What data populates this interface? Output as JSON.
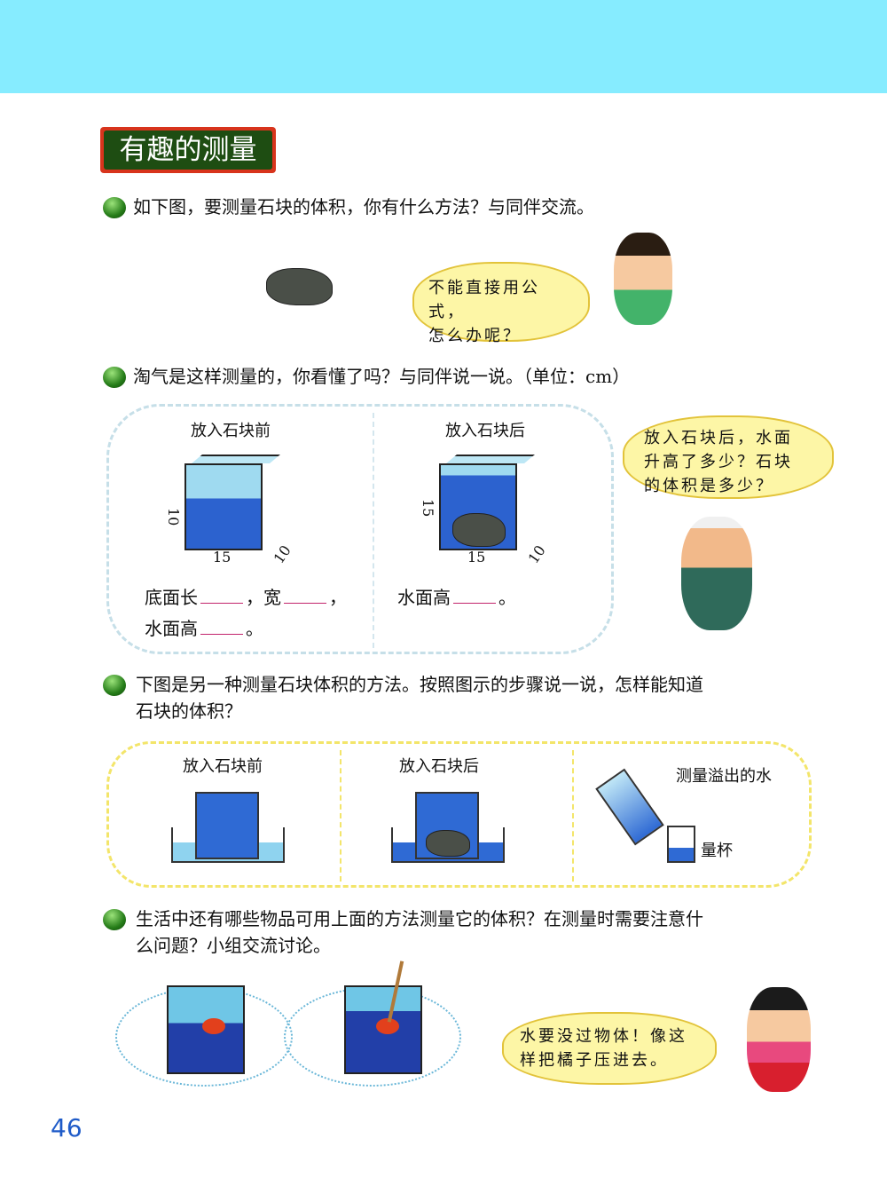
{
  "section_title": "有趣的测量",
  "q1": "如下图，要测量石块的体积，你有什么方法？与同伴交流。",
  "bubble1": [
    "不能直接用公式，",
    "怎么办呢？"
  ],
  "q2": "淘气是这样测量的，你看懂了吗？与同伴说一说。（单位：cm）",
  "panel1": {
    "before_label": "放入石块前",
    "after_label": "放入石块后",
    "before_dims": {
      "height": "10",
      "length": "15",
      "width": "10"
    },
    "after_dims": {
      "height": "15",
      "length": "15",
      "width": "10"
    },
    "fill_length": "底面长",
    "fill_width": "，宽",
    "comma": "，",
    "fill_height": "水面高",
    "period": "。"
  },
  "bubble2": [
    "放入石块后，水面",
    "升高了多少？石块",
    "的体积是多少？"
  ],
  "q3": [
    "下图是另一种测量石块体积的方法。按照图示的步骤说一说，怎样能知道",
    "石块的体积？"
  ],
  "panel2": {
    "before_label": "放入石块前",
    "after_label": "放入石块后",
    "overflow_label": "测量溢出的水",
    "cup_label": "量杯"
  },
  "q4": [
    "生活中还有哪些物品可用上面的方法测量它的体积？在测量时需要注意什",
    "么问题？小组交流讨论。"
  ],
  "bubble3": [
    "水要没过物体！像这",
    "样把橘子压进去。"
  ],
  "page_number": "46"
}
